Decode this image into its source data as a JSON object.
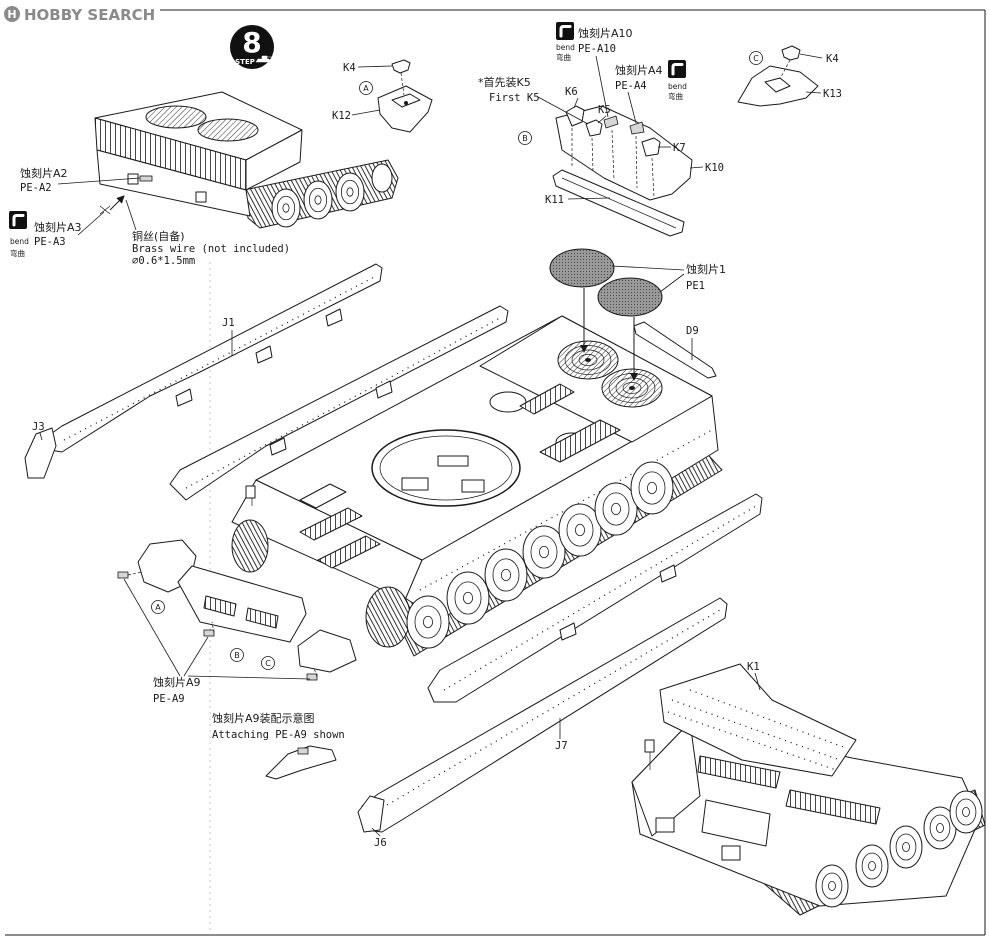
{
  "watermark": {
    "logo_letter": "H",
    "text": "HOBBY SEARCH"
  },
  "step": {
    "number": "8",
    "label": "STEP"
  },
  "bend_icon": {
    "en": "bend",
    "zh": "弯曲"
  },
  "callouts": {
    "pe_a2": {
      "zh": "蚀刻片A2",
      "en": "PE-A2"
    },
    "pe_a3": {
      "zh": "蚀刻片A3",
      "en": "PE-A3"
    },
    "brass_wire": {
      "zh": "铜丝(自备)",
      "en": "Brass wire (not included)",
      "size": "∅0.6*1.5mm"
    },
    "pe_a10": {
      "zh": "蚀刻片A10",
      "en": "PE-A10"
    },
    "pe_a4": {
      "zh": "蚀刻片A4",
      "en": "PE-A4"
    },
    "first_k5": {
      "zh": "*首先装K5",
      "en": "First K5"
    },
    "pe1": {
      "zh": "蚀刻片1",
      "en": "PE1"
    },
    "pe_a9": {
      "zh": "蚀刻片A9",
      "en": "PE-A9"
    },
    "pe_a9_shown": {
      "zh": "蚀刻片A9装配示意图",
      "en": "Attaching PE-A9 shown"
    }
  },
  "part_labels": {
    "k4": "K4",
    "k12": "K12",
    "k6": "K6",
    "k5": "K5",
    "k7": "K7",
    "k10": "K10",
    "k11": "K11",
    "k13": "K13",
    "j1": "J1",
    "j3": "J3",
    "d9": "D9",
    "j7": "J7",
    "j6": "J6",
    "k1": "K1"
  },
  "markers": {
    "a": "A",
    "b": "B",
    "c": "C"
  },
  "colors": {
    "ink": "#1a1a1a",
    "paper": "#ffffff",
    "watermark": "#8a8a8a",
    "photo_etch": "#9a9a9a"
  }
}
